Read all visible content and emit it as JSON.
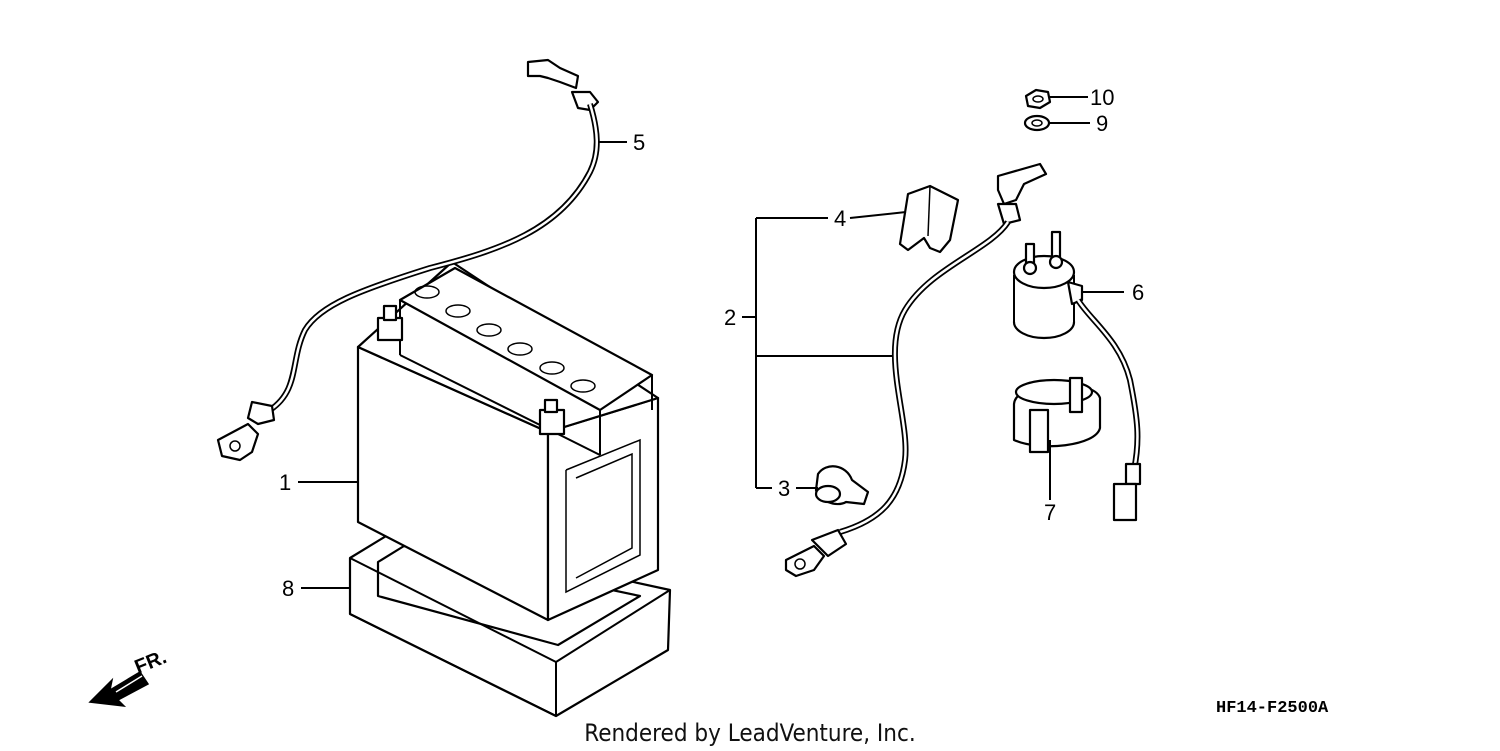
{
  "callouts": {
    "c1": "1",
    "c2": "2",
    "c3": "3",
    "c4": "4",
    "c5": "5",
    "c6": "6",
    "c7": "7",
    "c8": "8",
    "c9": "9",
    "c10": "10"
  },
  "direction_label": "FR.",
  "diagram_code": "HF14-F2500A",
  "footer": "Rendered by LeadVenture, Inc.",
  "colors": {
    "ink": "#000000",
    "paper": "#ffffff"
  }
}
